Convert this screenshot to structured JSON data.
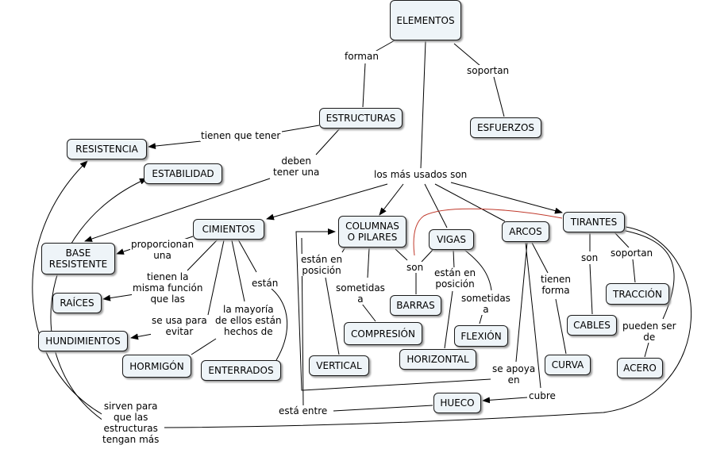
{
  "concepts": {
    "elementos": "ELEMENTOS",
    "estructuras": "ESTRUCTURAS",
    "esfuerzos": "ESFUERZOS",
    "resistencia": "RESISTENCIA",
    "estabilidad": "ESTABILIDAD",
    "cimientos": "CIMIENTOS",
    "base_resistente": "BASE\nRESISTENTE",
    "raices": "RAÍCES",
    "hundimientos": "HUNDIMIENTOS",
    "hormigon": "HORMIGÓN",
    "enterrados": "ENTERRADOS",
    "columnas": "COLUMNAS\nO PILARES",
    "vigas": "VIGAS",
    "barras": "BARRAS",
    "compresion": "COMPRESIÓN",
    "vertical": "VERTICAL",
    "horizontal": "HORIZONTAL",
    "flexion": "FLEXIÓN",
    "arcos": "ARCOS",
    "curva": "CURVA",
    "hueco": "HUECO",
    "tirantes": "TIRANTES",
    "cables": "CABLES",
    "traccion": "TRACCIÓN",
    "acero": "ACERO"
  },
  "links": {
    "forman": "forman",
    "soportan_1": "soportan",
    "tienen_que_tener": "tienen que tener",
    "deben_tener_una": "deben\ntener una",
    "los_mas_usados": "los más usados son",
    "proporcionan": "proporcionan\nuna",
    "misma_funcion": "tienen la\nmisma función\nque las",
    "se_usa_para": "se usa para\nevitar",
    "mayoria": "la mayoría\nde ellos están\nhechos de",
    "estan": "están",
    "estan_posicion_1": "están en\nposición",
    "sometidas_1": "sometidas\na",
    "son_1": "son",
    "estan_posicion_2": "están en\nposición",
    "sometidas_2": "sometidas\na",
    "tienen_forma": "tienen\nforma",
    "se_apoya_en": "se apoya\nen",
    "cubre": "cubre",
    "esta_entre": "está entre",
    "son_2": "son",
    "soportan_2": "soportan",
    "pueden_ser_de": "pueden ser\nde",
    "sirven_para": "sirven para\nque las\nestructuras\ntengan más"
  }
}
